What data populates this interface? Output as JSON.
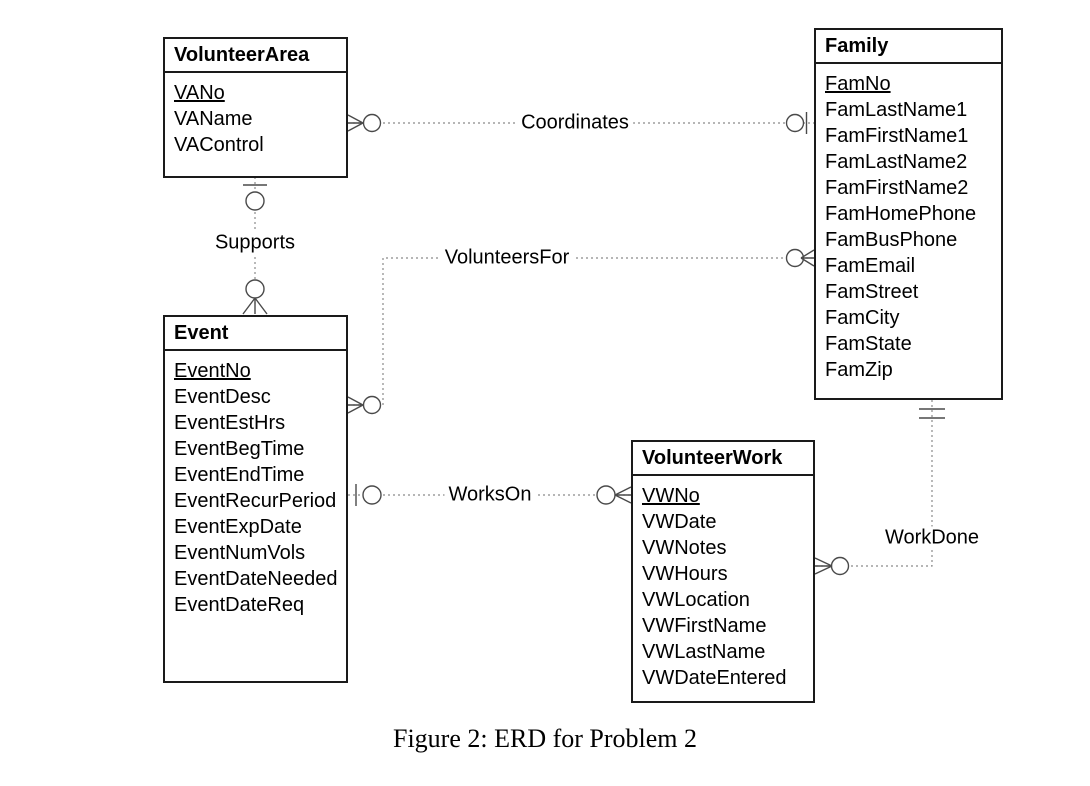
{
  "diagram": {
    "caption": "Figure 2: ERD for Problem 2",
    "colors": {
      "background": "#ffffff",
      "entity_border": "#1a1a1a",
      "relationship_line": "#8a8a8a",
      "cardinality_symbol": "#4a4a4a",
      "text": "#000000"
    },
    "entities": [
      {
        "title": "VolunteerArea",
        "attributes": [
          {
            "name": "VANo",
            "key": true
          },
          {
            "name": "VAName"
          },
          {
            "name": "VAControl"
          }
        ]
      },
      {
        "title": "Family",
        "attributes": [
          {
            "name": "FamNo",
            "key": true
          },
          {
            "name": "FamLastName1"
          },
          {
            "name": "FamFirstName1"
          },
          {
            "name": "FamLastName2"
          },
          {
            "name": "FamFirstName2"
          },
          {
            "name": "FamHomePhone"
          },
          {
            "name": "FamBusPhone"
          },
          {
            "name": "FamEmail"
          },
          {
            "name": "FamStreet"
          },
          {
            "name": "FamCity"
          },
          {
            "name": "FamState"
          },
          {
            "name": "FamZip"
          }
        ]
      },
      {
        "title": "Event",
        "attributes": [
          {
            "name": "EventNo",
            "key": true
          },
          {
            "name": "EventDesc"
          },
          {
            "name": "EventEstHrs"
          },
          {
            "name": "EventBegTime"
          },
          {
            "name": "EventEndTime"
          },
          {
            "name": "EventRecurPeriod"
          },
          {
            "name": "EventExpDate"
          },
          {
            "name": "EventNumVols"
          },
          {
            "name": "EventDateNeeded"
          },
          {
            "name": "EventDateReq"
          }
        ]
      },
      {
        "title": "VolunteerWork",
        "attributes": [
          {
            "name": "VWNo",
            "key": true
          },
          {
            "name": "VWDate"
          },
          {
            "name": "VWNotes"
          },
          {
            "name": "VWHours"
          },
          {
            "name": "VWLocation"
          },
          {
            "name": "VWFirstName"
          },
          {
            "name": "VWLastName"
          },
          {
            "name": "VWDateEntered"
          }
        ]
      }
    ],
    "relationships": [
      {
        "name": "Coordinates",
        "from": "VolunteerArea",
        "to": "Family",
        "from_cardinality": "zero-or-many",
        "to_cardinality": "zero-or-one"
      },
      {
        "name": "Supports",
        "from": "VolunteerArea",
        "to": "Event",
        "from_cardinality": "zero-or-one",
        "to_cardinality": "zero-or-many"
      },
      {
        "name": "VolunteersFor",
        "from": "Event",
        "to": "Family",
        "from_cardinality": "zero-or-many",
        "to_cardinality": "zero-or-many"
      },
      {
        "name": "WorksOn",
        "from": "Event",
        "to": "VolunteerWork",
        "from_cardinality": "zero-or-one",
        "to_cardinality": "zero-or-many"
      },
      {
        "name": "WorkDone",
        "from": "Family",
        "to": "VolunteerWork",
        "from_cardinality": "one-and-only-one",
        "to_cardinality": "zero-or-many"
      }
    ]
  }
}
